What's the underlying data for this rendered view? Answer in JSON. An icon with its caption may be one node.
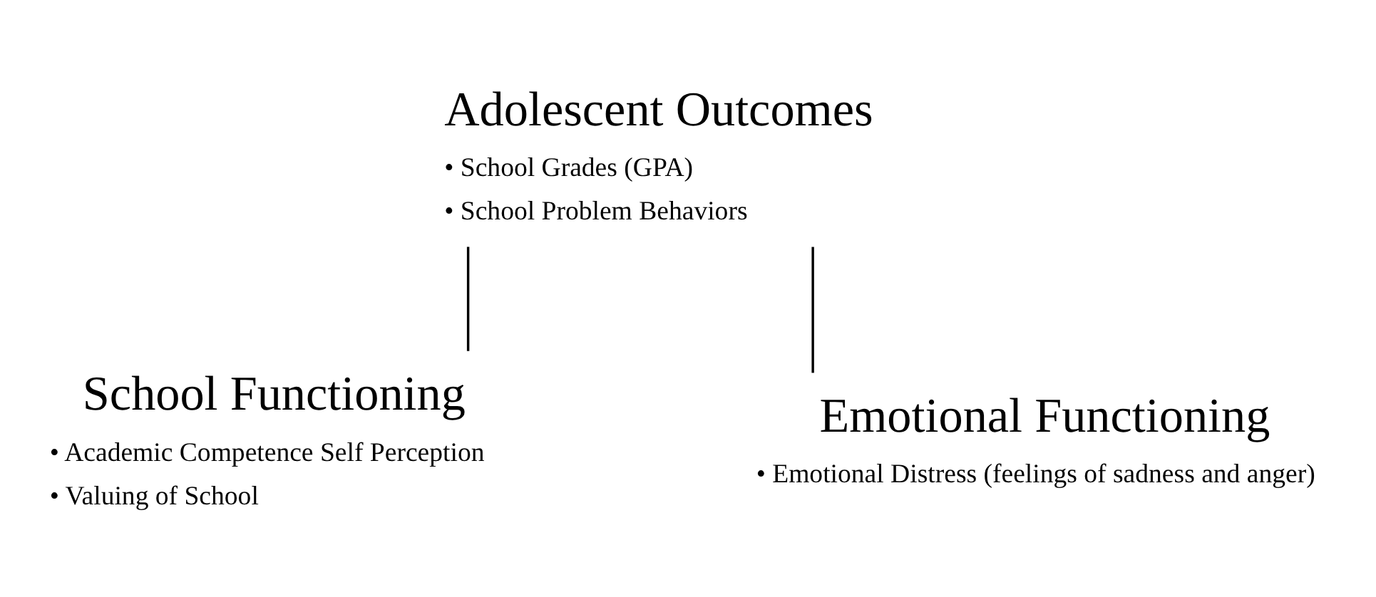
{
  "diagram": {
    "nodes": [
      {
        "text": [
          "Adolescent Outcomes",
          "• School Grades (GPA)",
          "• School Problem Behaviors"
        ]
      },
      {
        "text": [
          "School Functioning",
          "• Academic Competence Self Perception",
          "• Valuing of School"
        ]
      },
      {
        "text": [
          "Emotional Functioning",
          "• Emotional Distress (feelings of sadness and anger)"
        ]
      }
    ],
    "edges": [
      {
        "from": 0,
        "to": 1,
        "arrow": "none"
      },
      {
        "from": 0,
        "to": 2,
        "arrow": "none"
      }
    ]
  }
}
